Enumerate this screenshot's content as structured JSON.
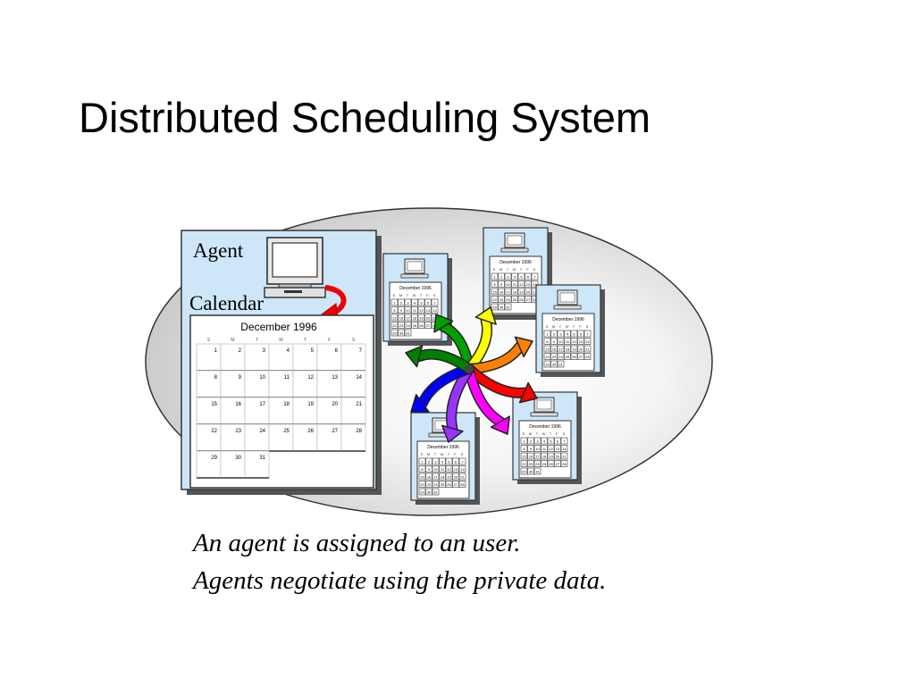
{
  "slide": {
    "title": "Distributed Scheduling System"
  },
  "diagram": {
    "main_box": {
      "agent_label": "Agent",
      "calendar_label": "Calendar",
      "month_title": "December 1996",
      "weekdays": [
        "S",
        "M",
        "T",
        "W",
        "T",
        "F",
        "S"
      ],
      "weeks": [
        [
          "1",
          "2",
          "3",
          "4",
          "5",
          "6",
          "7"
        ],
        [
          "8",
          "9",
          "10",
          "11",
          "12",
          "13",
          "14"
        ],
        [
          "15",
          "16",
          "17",
          "18",
          "19",
          "20",
          "21"
        ],
        [
          "22",
          "23",
          "24",
          "25",
          "26",
          "27",
          "28"
        ],
        [
          "29",
          "30",
          "31",
          "",
          "",
          "",
          ""
        ]
      ]
    },
    "mini_calendar": {
      "month_title": "December 1996",
      "weekdays": [
        "S",
        "M",
        "T",
        "W",
        "T",
        "F",
        "S"
      ]
    },
    "arrow_colors": [
      "#00a000",
      "#ffff00",
      "#ff8000",
      "#ff0000",
      "#ff00ff",
      "#9933ff",
      "#0000ff",
      "#008000"
    ]
  },
  "captions": {
    "line1": "An agent is assigned to an user.",
    "line2": "Agents negotiate using the private data."
  }
}
